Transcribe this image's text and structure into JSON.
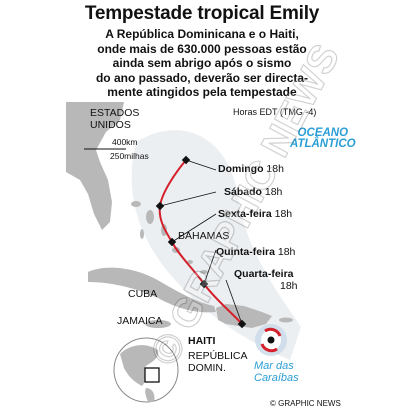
{
  "header": {
    "title": "Tempestade tropical Emily",
    "subtitle_lines": [
      "A República Dominicana e o Haiti,",
      "onde mais de 630.000 pessoas estão",
      "ainda sem abrigo após o sismo",
      "do ano passado, deverão ser directa-",
      "mente atingidos pela tempestade",
      "tropical Emily na quarta-feira"
    ]
  },
  "map": {
    "timezone_note": "Horas EDT (TMG -4)",
    "scale": {
      "km": "400km",
      "miles": "250milhas"
    },
    "places": {
      "usa_line1": "ESTADOS",
      "usa_line2": "UNIDOS",
      "bahamas": "BAHAMAS",
      "cuba": "CUBA",
      "jamaica": "JAMAICA",
      "haiti": "HAITI",
      "dr_line1": "REPÚBLICA",
      "dr_line2": "DOMIN."
    },
    "ocean": {
      "line1": "OCEANO",
      "line2": "ATLÂNTICO"
    },
    "sea": {
      "line1": "Mar das",
      "line2": "Caraíbas"
    },
    "forecast": [
      {
        "day": "Domingo",
        "time": "18h"
      },
      {
        "day": "Sábado",
        "time": "18h"
      },
      {
        "day": "Sexta-feira",
        "time": "18h"
      },
      {
        "day": "Quinta-feira",
        "time": "18h"
      },
      {
        "day": "Quarta-feira",
        "time": "18h"
      }
    ],
    "colors": {
      "land": "#b8b8b8",
      "water": "#ffffff",
      "cone": "#dfe3e8",
      "track": "#d4202a",
      "ocean_text": "#2a9fd6"
    }
  },
  "footer": {
    "credit": "© GRAPHIC NEWS"
  },
  "watermark": "© GRAPHIC NEWS"
}
